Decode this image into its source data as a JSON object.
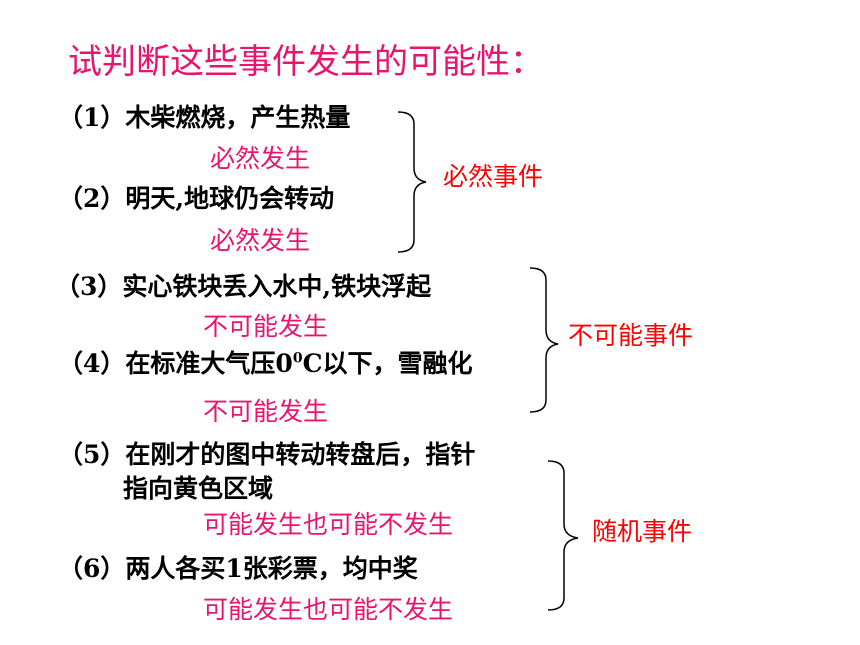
{
  "title": "试判断这些事件发生的可能性：",
  "items": [
    {
      "num": "（1）",
      "text": "木柴燃烧，产生热量",
      "answer": "必然发生"
    },
    {
      "num": "（2）",
      "text": "明天,地球仍会转动",
      "answer": "必然发生"
    },
    {
      "num": "（3）",
      "text": "实心铁块丢入水中,铁块浮起",
      "answer": "不可能发生"
    },
    {
      "num": "（4）",
      "text_before": "在标准大气压0",
      "text_sup": "0",
      "text_after": "C以下，雪融化",
      "answer": "不可能发生"
    },
    {
      "num": "（5）",
      "text": "在刚才的图中转动转盘后，指针",
      "text_line2": "指向黄色区域",
      "answer": "可能发生也可能不发生"
    },
    {
      "num": "（6）",
      "text": "两人各买1张彩票，均中奖",
      "answer": "可能发生也可能不发生"
    }
  ],
  "categories": {
    "certain": "必然事件",
    "impossible": "不可能事件",
    "random": "随机事件"
  },
  "colors": {
    "title": "#e8146e",
    "answer": "#e8146e",
    "category": "#ff0000",
    "text": "#000000"
  }
}
